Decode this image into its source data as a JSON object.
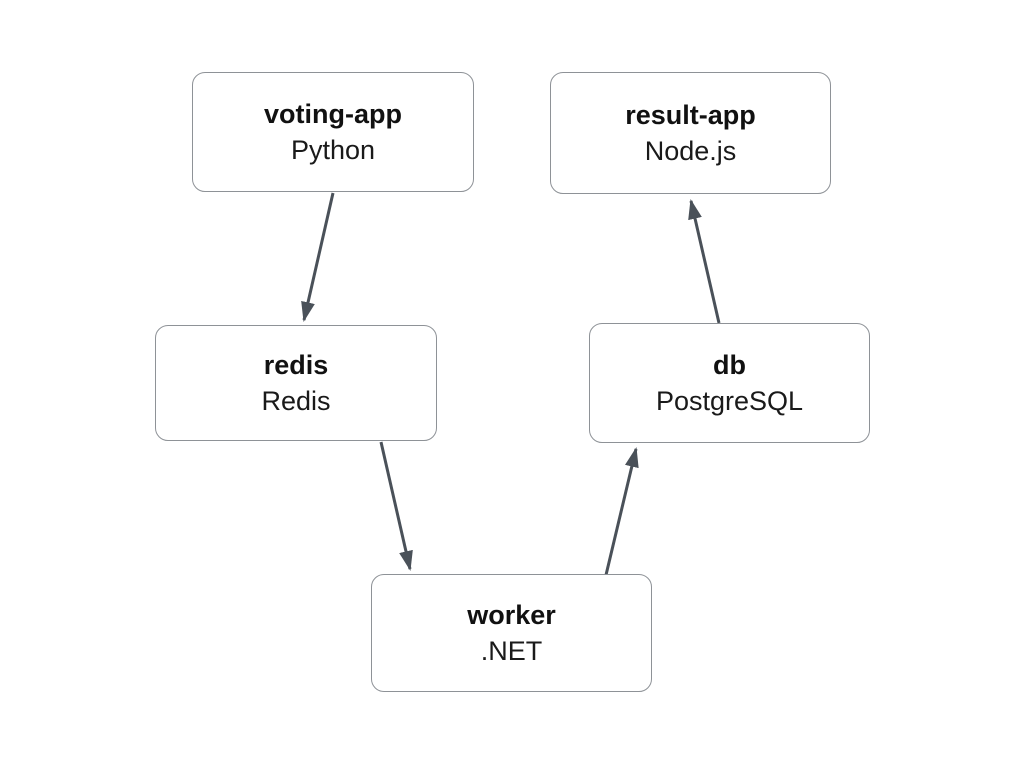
{
  "diagram": {
    "nodes": [
      {
        "id": "voting-app",
        "title": "voting-app",
        "subtitle": "Python"
      },
      {
        "id": "result-app",
        "title": "result-app",
        "subtitle": "Node.js"
      },
      {
        "id": "redis",
        "title": "redis",
        "subtitle": "Redis"
      },
      {
        "id": "db",
        "title": "db",
        "subtitle": "PostgreSQL"
      },
      {
        "id": "worker",
        "title": "worker",
        "subtitle": ".NET"
      }
    ],
    "edges": [
      {
        "from": "voting-app",
        "to": "redis"
      },
      {
        "from": "redis",
        "to": "worker"
      },
      {
        "from": "worker",
        "to": "db"
      },
      {
        "from": "db",
        "to": "result-app"
      }
    ],
    "colors": {
      "node_fill": "#ffffff",
      "node_border": "#8e9297",
      "edge": "#4a5159",
      "title_text": "#111111",
      "subtitle_text": "#1a1a1a",
      "background": "#ffffff"
    }
  }
}
